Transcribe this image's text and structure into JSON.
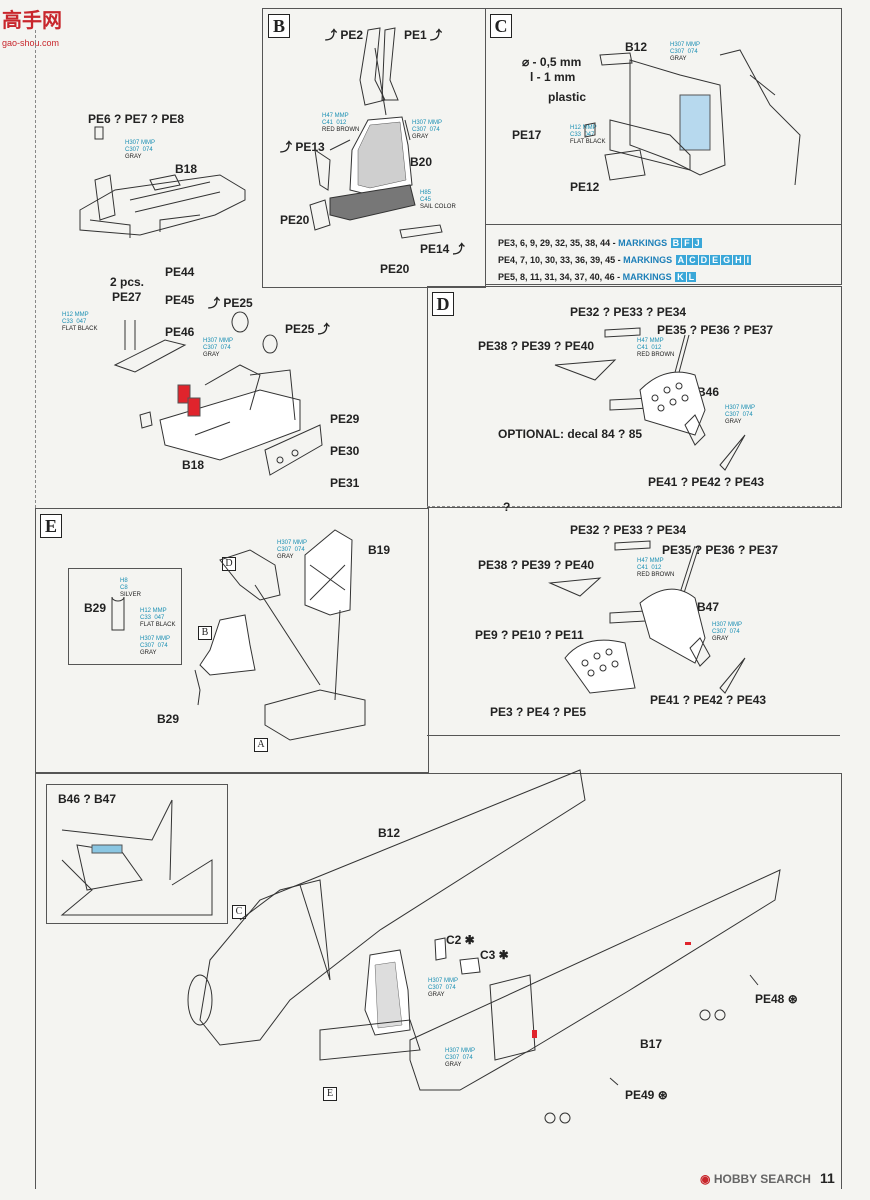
{
  "header": {
    "logo_text": "高手网",
    "logo_sub": "gao-shou.com"
  },
  "steps": {
    "B": "B",
    "C": "C",
    "D": "D",
    "E": "E"
  },
  "top_left": {
    "pe_row": "PE6 ? PE7 ? PE8",
    "paint": {
      "ref": "H307 MMP",
      "code": "C307  074",
      "name": "GRAY"
    },
    "part": "B18"
  },
  "step_b": {
    "pe2": "PE2",
    "pe1": "PE1",
    "pe13": "PE13",
    "b20": "B20",
    "pe20a": "PE20",
    "pe14": "PE14",
    "pe20b": "PE20",
    "paint_red": {
      "ref": "H47 MMP",
      "code": "C41  012",
      "name": "RED BROWN"
    },
    "paint_gray": {
      "ref": "H307 MMP",
      "code": "C307  074",
      "name": "GRAY"
    },
    "paint_sail": {
      "ref": "H85",
      "code": "C45",
      "name": "SAIL COLOR"
    }
  },
  "step_c": {
    "b12": "B12",
    "dia": "⌀ - 0,5 mm",
    "len": "l - 1 mm",
    "plastic": "plastic",
    "pe17": "PE17",
    "pe12": "PE12",
    "paint_gray": {
      "ref": "H307 MMP",
      "code": "C307  074",
      "name": "GRAY"
    },
    "paint_black": {
      "ref": "H12 MMP",
      "code": "C33  047",
      "name": "FLAT BLACK"
    }
  },
  "markings": {
    "rows": [
      {
        "parts": "PE3, 6, 9, 29, 32, 35, 38, 44 -",
        "label": "MARKINGS",
        "codes": [
          "B",
          "F",
          "J"
        ]
      },
      {
        "parts": "PE4, 7, 10, 30, 33, 36, 39, 45 -",
        "label": "MARKINGS",
        "codes": [
          "A",
          "C",
          "D",
          "E",
          "G",
          "H",
          "I"
        ]
      },
      {
        "parts": "PE5, 8, 11, 31, 34, 37, 40, 46 -",
        "label": "MARKINGS",
        "codes": [
          "K",
          "L"
        ]
      }
    ]
  },
  "mid_left": {
    "qty": "2 pcs.",
    "pe27": "PE27",
    "pe44": "PE44",
    "pe45": "PE45",
    "pe46": "PE46",
    "pe25a": "PE25",
    "pe25b": "PE25",
    "pe29": "PE29",
    "pe30": "PE30",
    "pe31": "PE31",
    "b18": "B18",
    "paint_black": {
      "ref": "H12 MMP",
      "code": "C33  047",
      "name": "FLAT BLACK"
    },
    "paint_gray": {
      "ref": "H307 MMP",
      "code": "C307  074",
      "name": "GRAY"
    }
  },
  "step_d": {
    "pe_top": "PE32 ? PE33 ? PE34",
    "pe_left": "PE38 ? PE39 ? PE40",
    "pe_right": "PE35 ? PE36 ? PE37",
    "b46": "B46",
    "optional": "OPTIONAL: decal 84 ? 85",
    "pe_bottom": "PE41 ? PE42 ? PE43",
    "paint_red": {
      "ref": "H47 MMP",
      "code": "C41  012",
      "name": "RED BROWN"
    },
    "paint_gray": {
      "ref": "H307 MMP",
      "code": "C307  074",
      "name": "GRAY"
    }
  },
  "alt_d": {
    "q": "?",
    "pe_top": "PE32 ? PE33 ? PE34",
    "pe_right": "PE35 ? PE36 ? PE37",
    "pe_left": "PE38 ? PE39 ? PE40",
    "b47": "B47",
    "pe_mid": "PE9 ? PE10 ? PE11",
    "pe_bottom_left": "PE3 ? PE4 ? PE5",
    "pe_bottom_right": "PE41 ? PE42 ? PE43",
    "paint_red": {
      "ref": "H47 MMP",
      "code": "C41  012",
      "name": "RED BROWN"
    },
    "paint_gray": {
      "ref": "H307 MMP",
      "code": "C307  074",
      "name": "GRAY"
    }
  },
  "step_e": {
    "b19": "B19",
    "b29a": "B29",
    "b29b": "B29",
    "ref_d": "D",
    "ref_b": "B",
    "ref_a": "A",
    "paint_silver": {
      "ref": "H8",
      "code": "C8",
      "name": "SILVER"
    },
    "paint_black": {
      "ref": "H12 MMP",
      "code": "C33  047",
      "name": "FLAT BLACK"
    },
    "paint_gray_inset": {
      "ref": "H307 MMP",
      "code": "C307  074",
      "name": "GRAY"
    },
    "paint_gray": {
      "ref": "H307 MMP",
      "code": "C307  074",
      "name": "GRAY"
    }
  },
  "final": {
    "inset": "B46 ? B47",
    "b12": "B12",
    "ref_c": "C",
    "c2": "C2",
    "c3": "C3",
    "b17": "B17",
    "pe48": "PE48",
    "pe49": "PE49",
    "ref_e": "E",
    "paint_gray1": {
      "ref": "H307 MMP",
      "code": "C307  074",
      "name": "GRAY"
    },
    "paint_gray2": {
      "ref": "H307 MMP",
      "code": "C307  074",
      "name": "GRAY"
    }
  },
  "footer": {
    "page": "11",
    "brand": "HOBBY SEARCH"
  }
}
